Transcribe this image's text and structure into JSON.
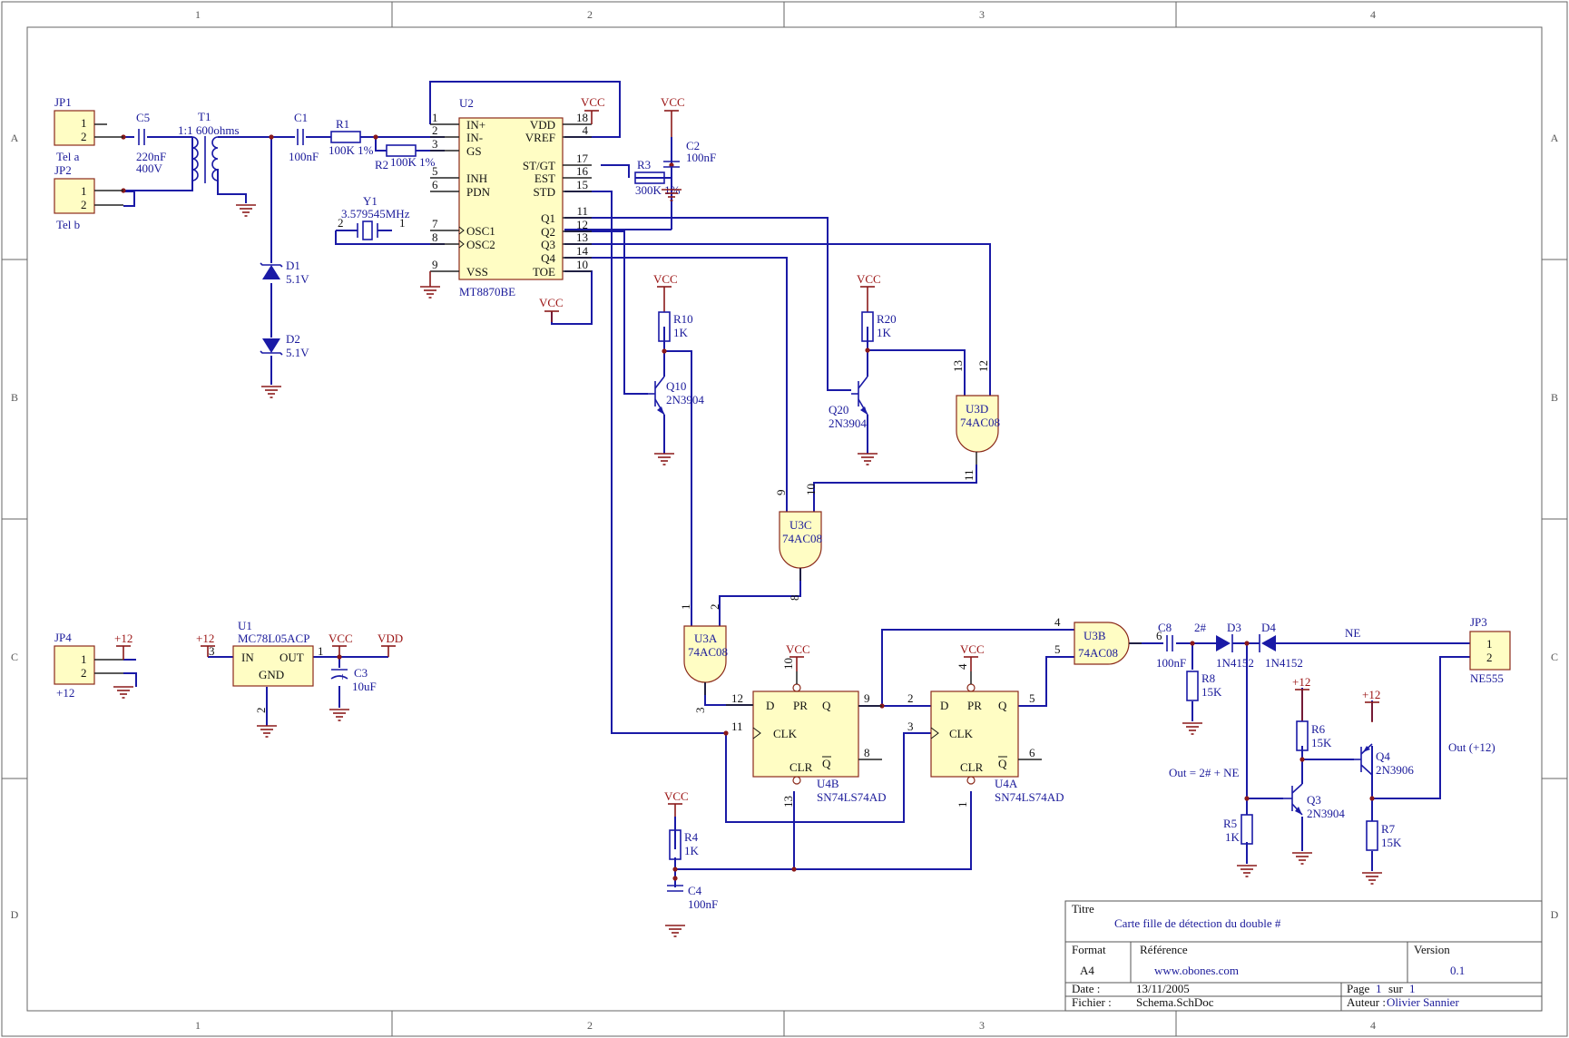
{
  "frame": {
    "columns": [
      "1",
      "2",
      "3",
      "4"
    ],
    "rows": [
      "A",
      "B",
      "C",
      "D"
    ]
  },
  "title_block": {
    "titre_label": "Titre",
    "titre_value": "Carte fille de détection du double #",
    "format_label": "Format",
    "format_value": "A4",
    "reference_label": "Référence",
    "reference_value": "www.obones.com",
    "version_label": "Version",
    "version_value": "0.1",
    "date_label": "Date :",
    "date_value": "13/11/2005",
    "fichier_label": "Fichier :",
    "fichier_value": "Schema.SchDoc",
    "page_label": "Page",
    "page_num": "1",
    "page_sur": "sur",
    "page_total": "1",
    "auteur_label": "Auteur :",
    "auteur_value": "Olivier Sannier"
  },
  "components": {
    "jp1": {
      "ref": "JP1",
      "name": "Tel a",
      "p1": "1",
      "p2": "2"
    },
    "jp2": {
      "ref": "JP2",
      "name": "Tel b",
      "p1": "1",
      "p2": "2"
    },
    "jp3": {
      "ref": "JP3",
      "name": "NE555",
      "p1": "1",
      "p2": "2"
    },
    "jp4": {
      "ref": "JP4",
      "name": "+12",
      "p1": "1",
      "p2": "2"
    },
    "c5": {
      "ref": "C5",
      "value": "220nF",
      "value2": "400V"
    },
    "t1": {
      "ref": "T1",
      "value": "1:1 600ohms"
    },
    "c1": {
      "ref": "C1",
      "value": "100nF"
    },
    "r1": {
      "ref": "R1",
      "value": "100K 1%"
    },
    "r2": {
      "ref": "R2",
      "value": "100K 1%"
    },
    "r3": {
      "ref": "R3",
      "value": "300K 1%"
    },
    "c2": {
      "ref": "C2",
      "value": "100nF"
    },
    "y1": {
      "ref": "Y1",
      "value": "3.579545MHz",
      "p1": "1",
      "p2": "2"
    },
    "d1": {
      "ref": "D1",
      "value": "5.1V"
    },
    "d2": {
      "ref": "D2",
      "value": "5.1V"
    },
    "u2": {
      "ref": "U2",
      "part": "MT8870BE",
      "left_pins": [
        {
          "num": "1",
          "name": "IN+"
        },
        {
          "num": "2",
          "name": "IN-"
        },
        {
          "num": "3",
          "name": "GS"
        },
        {
          "num": "5",
          "name": "INH"
        },
        {
          "num": "6",
          "name": "PDN"
        },
        {
          "num": "7",
          "name": "OSC1"
        },
        {
          "num": "8",
          "name": "OSC2"
        },
        {
          "num": "9",
          "name": "VSS"
        }
      ],
      "right_pins": [
        {
          "num": "18",
          "name": "VDD"
        },
        {
          "num": "4",
          "name": "VREF"
        },
        {
          "num": "17",
          "name": "ST/GT"
        },
        {
          "num": "16",
          "name": "EST"
        },
        {
          "num": "15",
          "name": "STD"
        },
        {
          "num": "11",
          "name": "Q1"
        },
        {
          "num": "12",
          "name": "Q2"
        },
        {
          "num": "13",
          "name": "Q3"
        },
        {
          "num": "14",
          "name": "Q4"
        },
        {
          "num": "10",
          "name": "TOE"
        }
      ]
    },
    "r10": {
      "ref": "R10",
      "value": "1K"
    },
    "r20": {
      "ref": "R20",
      "value": "1K"
    },
    "q10": {
      "ref": "Q10",
      "value": "2N3904"
    },
    "q20": {
      "ref": "Q20",
      "value": "2N3904"
    },
    "u3d": {
      "ref": "U3D",
      "part": "74AC08",
      "pa": "13",
      "pb": "12",
      "po": "11"
    },
    "u3c": {
      "ref": "U3C",
      "part": "74AC08",
      "pa": "9",
      "pb": "10",
      "po": "8"
    },
    "u3a": {
      "ref": "U3A",
      "part": "74AC08",
      "pa": "1",
      "pb": "2",
      "po": "3"
    },
    "u3b": {
      "ref": "U3B",
      "part": "74AC08",
      "pa": "4",
      "pb": "5",
      "po": "6"
    },
    "u4b": {
      "ref": "U4B",
      "part": "SN74LS74AD",
      "d": "D",
      "pr": "PR",
      "q": "Q",
      "clk": "CLK",
      "qn": "Q",
      "clr": "CLR",
      "pin_pr": "10",
      "pin_d": "12",
      "pin_q": "9",
      "pin_clk": "11",
      "pin_qn": "8",
      "pin_clr": "13"
    },
    "u4a": {
      "ref": "U4A",
      "part": "SN74LS74AD",
      "d": "D",
      "pr": "PR",
      "q": "Q",
      "clk": "CLK",
      "qn": "Q",
      "clr": "CLR",
      "pin_pr": "4",
      "pin_d": "2",
      "pin_q": "5",
      "pin_clk": "3",
      "pin_qn": "6",
      "pin_clr": "1"
    },
    "u1": {
      "ref": "U1",
      "part": "MC78L05ACP",
      "in": "IN",
      "out": "OUT",
      "gnd": "GND",
      "pin_in": "3",
      "pin_out": "1",
      "pin_gnd": "2"
    },
    "c3": {
      "ref": "C3",
      "value": "10uF",
      "plus": "+"
    },
    "r4": {
      "ref": "R4",
      "value": "1K"
    },
    "c4": {
      "ref": "C4",
      "value": "100nF"
    },
    "c8": {
      "ref": "C8",
      "value": "100nF"
    },
    "d3": {
      "ref": "D3",
      "value": "1N4152"
    },
    "d4": {
      "ref": "D4",
      "value": "1N4152"
    },
    "r8": {
      "ref": "R8",
      "value": "15K"
    },
    "r5": {
      "ref": "R5",
      "value": "1K"
    },
    "r6": {
      "ref": "R6",
      "value": "15K"
    },
    "r7": {
      "ref": "R7",
      "value": "15K"
    },
    "q3": {
      "ref": "Q3",
      "value": "2N3904"
    },
    "q4": {
      "ref": "Q4",
      "value": "2N3906"
    }
  },
  "power": {
    "vcc": "VCC",
    "vdd": "VDD",
    "p12": "+12"
  },
  "nets": {
    "ne": "NE",
    "two_hash": "2#",
    "out_combined": "Out = 2# + NE",
    "out12": "Out (+12)"
  },
  "colors": {
    "wire": "#1a1aa6",
    "chip_fill": "#fffdc4",
    "power": "#9a1111",
    "ink": "#111111"
  }
}
